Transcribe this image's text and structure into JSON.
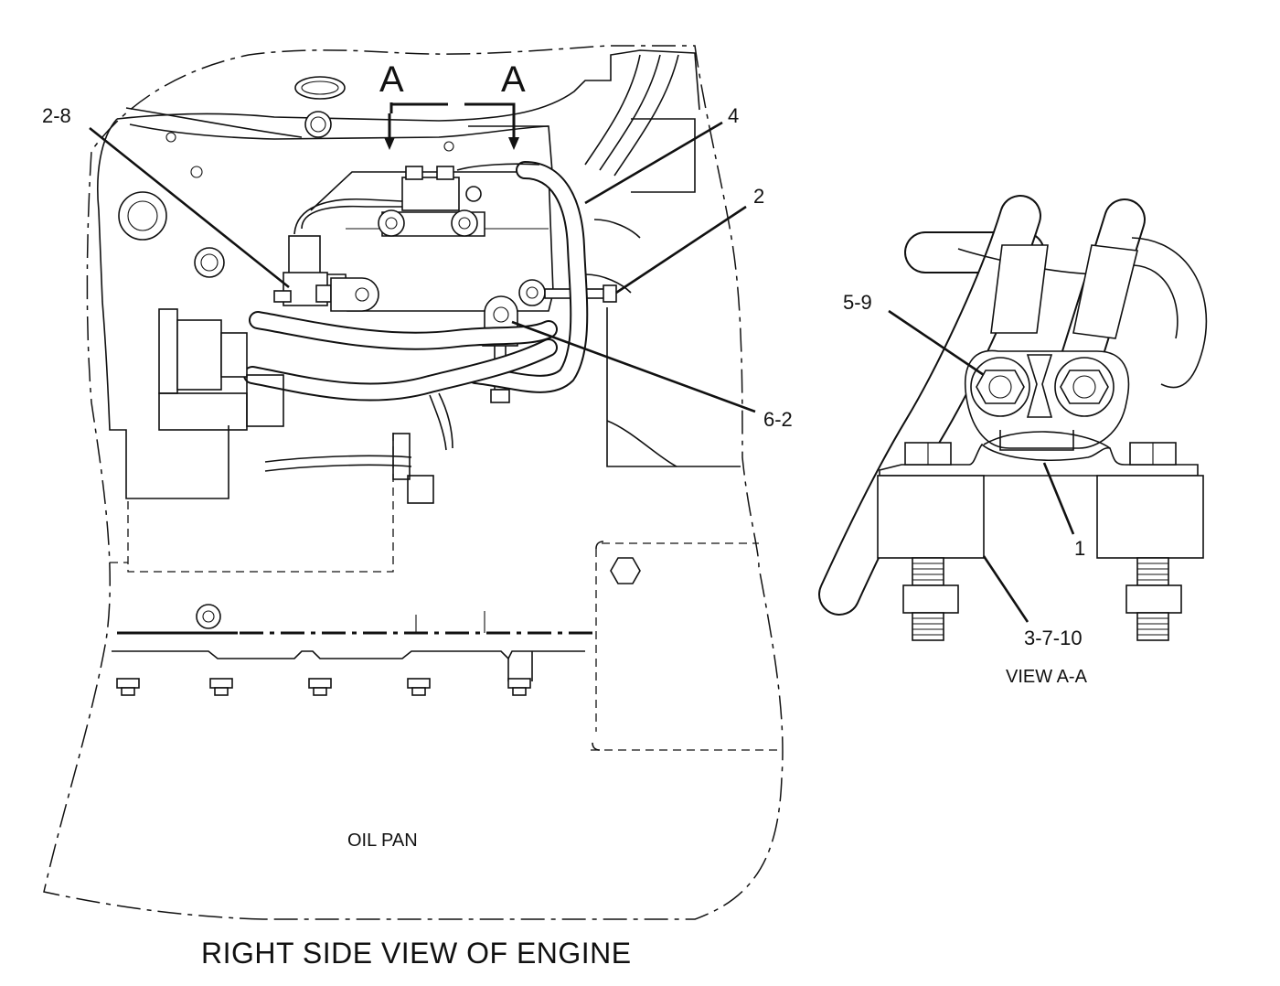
{
  "main_view": {
    "title": "RIGHT SIDE VIEW OF ENGINE",
    "section_marks": [
      "A",
      "A"
    ],
    "oil_pan_label": "OIL PAN",
    "callouts": {
      "c2_8": "2-8",
      "c4": "4",
      "c2": "2",
      "c6_2": "6-2"
    }
  },
  "detail_view": {
    "caption": "VIEW A-A",
    "callouts": {
      "c5_9": "5-9",
      "c1": "1",
      "c3_7_10": "3-7-10"
    }
  }
}
